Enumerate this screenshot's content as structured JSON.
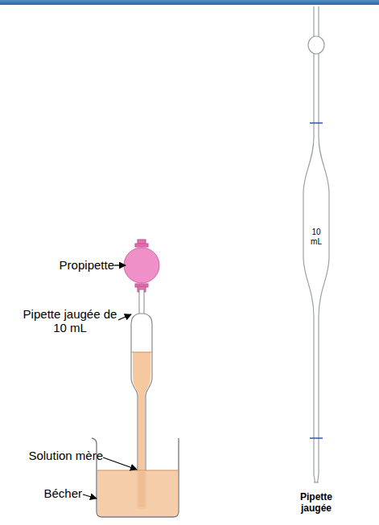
{
  "diagram": {
    "labels": [
      "Propipette",
      "Pipette jaugée de 10 mL",
      "Solution mère",
      "Bécher",
      "10 mL",
      "Pipette jaugée"
    ]
  }
}
